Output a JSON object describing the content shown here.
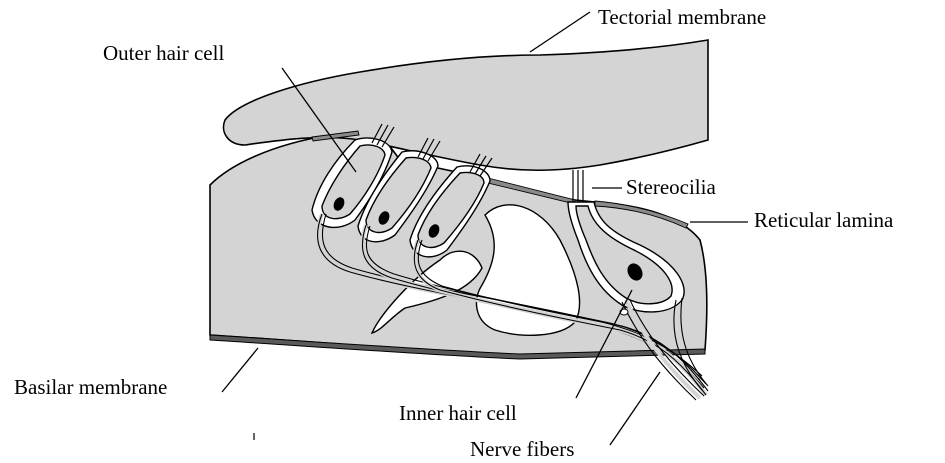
{
  "labels": {
    "tectorial_membrane": "Tectorial membrane",
    "outer_hair_cell": "Outer hair cell",
    "stereocilia": "Stereocilia",
    "reticular_lamina": "Reticular lamina",
    "basilar_membrane": "Basilar membrane",
    "inner_hair_cell": "Inner hair cell",
    "nerve_fibers": "Nerve fibers"
  },
  "colors": {
    "tissue": "#d4d4d4",
    "membrane": "#5a5a5a",
    "outline": "#000000",
    "background": "#ffffff"
  }
}
